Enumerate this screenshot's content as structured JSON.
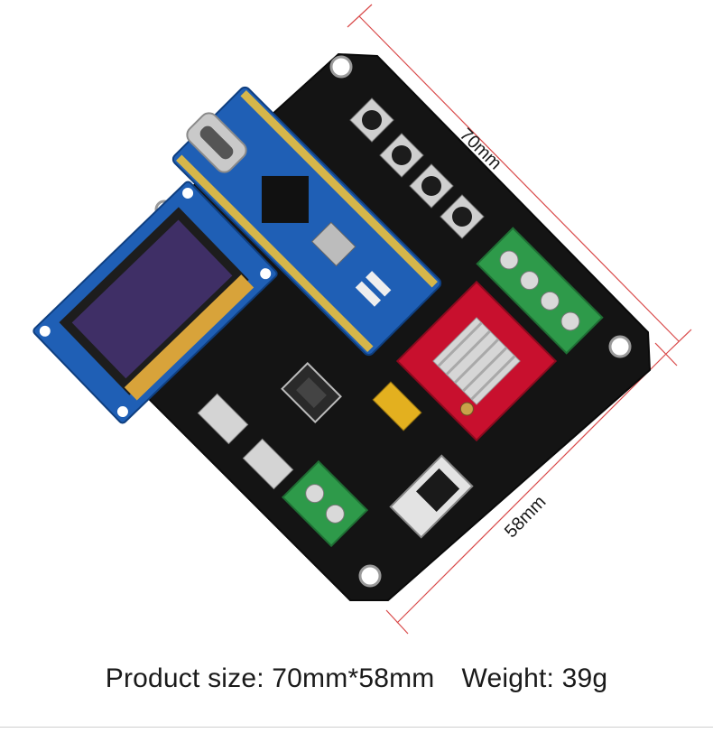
{
  "dimensions": {
    "length": "70mm",
    "width": "58mm"
  },
  "caption": {
    "size": "Product size: 70mm*58mm",
    "weight": "Weight: 39g"
  },
  "colors": {
    "pcb": "#141414",
    "nano": "#1f5fb5",
    "oled": "#3f2f66",
    "driver": "#c8102e",
    "terminal": "#2e9a4a",
    "dimension_line": "#d94a4a"
  }
}
